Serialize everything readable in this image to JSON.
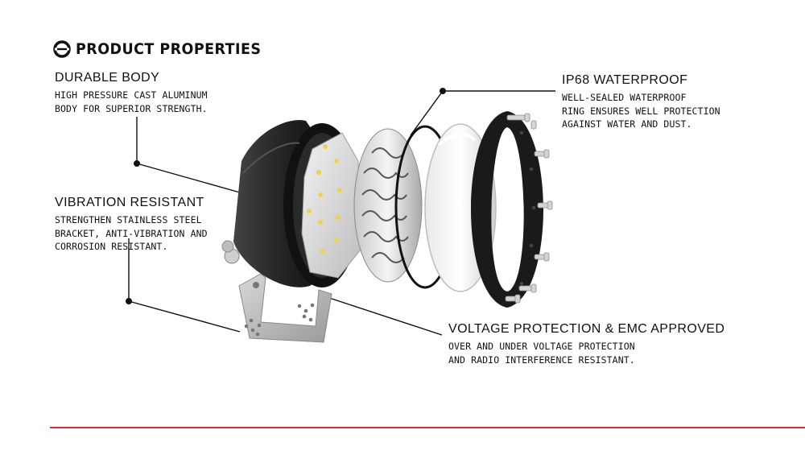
{
  "title": "PRODUCT PROPERTIES",
  "features": {
    "durable": {
      "heading": "DURABLE BODY",
      "lines": [
        "HIGH PRESSURE CAST ALUMINUM",
        "BODY FOR SUPERIOR STRENGTH."
      ]
    },
    "vibration": {
      "heading": "VIBRATION RESISTANT",
      "lines": [
        "STRENGTHEN STAINLESS STEEL",
        "BRACKET, ANTI-VIBRATION AND",
        "CORROSION RESISTANT."
      ]
    },
    "ip68": {
      "heading": "IP68 WATERPROOF",
      "lines": [
        "WELL-SEALED WATERPROOF",
        "RING ENSURES WELL PROTECTION",
        "AGAINST WATER AND DUST."
      ]
    },
    "voltage": {
      "heading": "VOLTAGE PROTECTION & EMC APPROVED",
      "lines": [
        "OVER AND UNDER VOLTAGE PROTECTION",
        "AND RADIO INTERFERENCE RESISTANT."
      ]
    }
  },
  "colors": {
    "accent_line": "#d32f2f",
    "text": "#111111",
    "housing": "#1b1b1b"
  },
  "icons": {
    "title_icon": "circle-logo-icon"
  }
}
